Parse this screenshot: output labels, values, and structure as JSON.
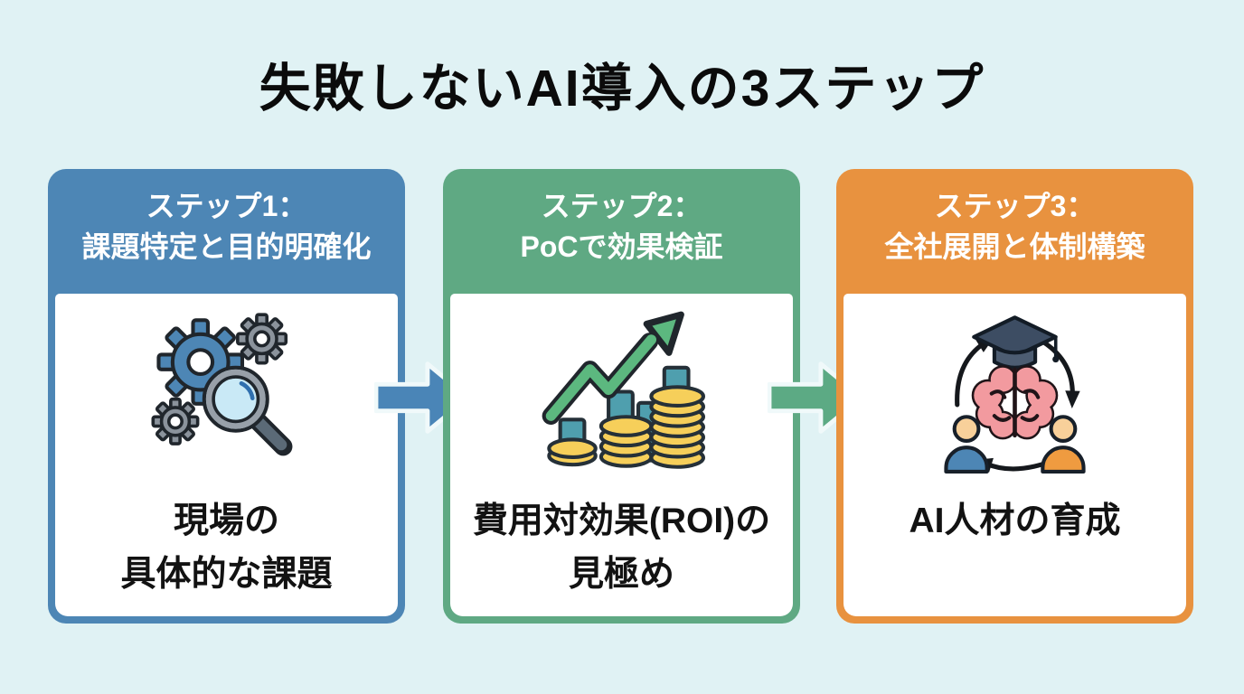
{
  "title": "失敗しないAI導入の3ステップ",
  "background_color": "#e0f2f4",
  "steps": [
    {
      "number": 1,
      "accent_color": "#4d86b5",
      "header_line1": "ステップ1：",
      "header_line2": "課題特定と目的明確化",
      "icon": "gears-magnifier-icon",
      "body_line1": "現場の",
      "body_line2": "具体的な課題"
    },
    {
      "number": 2,
      "accent_color": "#5fa983",
      "header_line1": "ステップ2：",
      "header_line2": "PoCで効果検証",
      "icon": "growth-chart-coins-icon",
      "body_line1": "費用対効果(ROI)の",
      "body_line2": "見極め"
    },
    {
      "number": 3,
      "accent_color": "#e8923f",
      "header_line1": "ステップ3：",
      "header_line2": "全社展開と体制構築",
      "icon": "learning-cycle-brain-icon",
      "body_line1": "AI人材の育成",
      "body_line2": ""
    }
  ],
  "arrows": [
    {
      "from_step": 1,
      "to_step": 2,
      "color": "#4a85b7",
      "direction": "right"
    },
    {
      "from_step": 2,
      "to_step": 3,
      "color": "#5caa84",
      "direction": "right"
    }
  ]
}
